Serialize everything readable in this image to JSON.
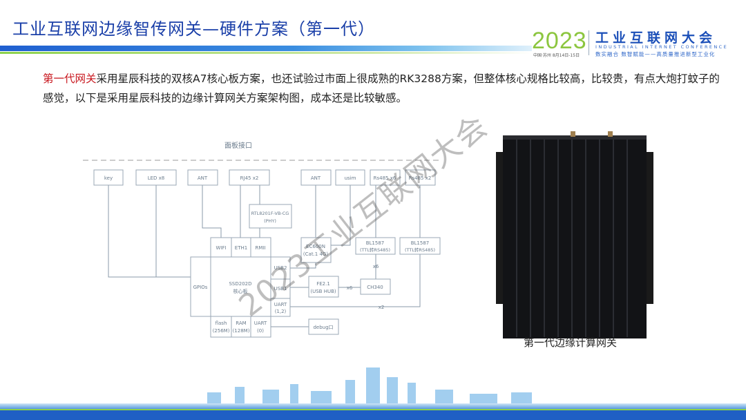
{
  "title": "工业互联网边缘智传网关—硬件方案（第一代）",
  "logo": {
    "year": "2023",
    "location": "中国·苏州 8月14日-15日",
    "name_cn": "工业互联网大会",
    "name_en": "INDUSTRIAL INTERNET CONFERENCE",
    "slogan": "数实融合 数智赋能——高质量推进新型工业化"
  },
  "intro": {
    "highlight": "第一代网关",
    "text": "采用星辰科技的双核A7核心板方案，也还试验过市面上很成熟的RK3288方案，但整体核心规格比较高，比较贵，有点大炮打蚊子的感觉，以下是采用星辰科技的边缘计算网关方案架构图，成本还是比较敏感。"
  },
  "diagram": {
    "panel_label": "面板接口",
    "key": "key",
    "led": "LED x8",
    "ant1": "ANT",
    "rj45": "RJ45 x2",
    "ant2": "ANT",
    "usim": "usim",
    "rs485x6": "Rs485 x6",
    "rs485x2": "Rs485 x2",
    "phy1": "RTL8201F-VB-CG",
    "phy2": "(PHY)",
    "wifi": "WIFI",
    "eth1": "ETH1",
    "rmii": "RMII",
    "gpios": "GPIOs",
    "core1": "SSD202D",
    "core2": "核心板",
    "usb2": "USB2",
    "usb1": "USB1",
    "uart12a": "UART",
    "uart12b": "(1,2)",
    "flash1": "flash",
    "flash2": "(256M)",
    "ram1": "RAM",
    "ram2": "(128M)",
    "uart0a": "UART",
    "uart0b": "(0)",
    "ec1": "EC600N",
    "ec2": "(Cat.1 4G)",
    "bl1a": "BL1587",
    "bl1b": "(TTL转RS485)",
    "bl2a": "BL1587",
    "bl2b": "(TTL转RS485)",
    "hub1": "FE2.1",
    "hub2": "(USB HUB)",
    "ch340": "CH340",
    "debug": "debug口",
    "x6a": "x6",
    "x6b": "x6",
    "x2": "x2"
  },
  "watermark": "2023工业互联网大会",
  "caption": "第一代边缘计算网关"
}
